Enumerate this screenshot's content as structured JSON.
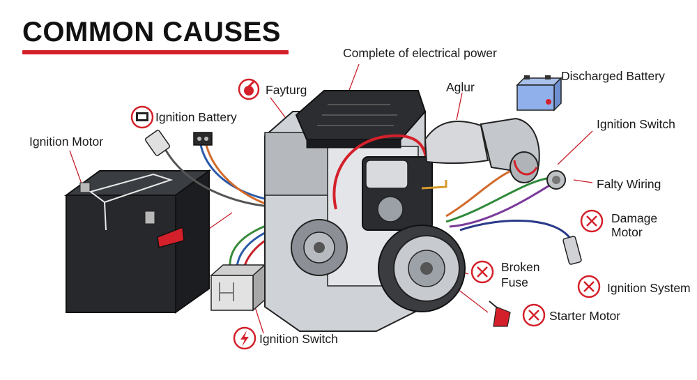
{
  "title": "COMMON CAUSES",
  "accent_color": "#d4202a",
  "labels": {
    "electrical_power": "Complete of electrical power",
    "aglur": "Aglur",
    "discharged_battery": "Discharged Battery",
    "fayturg": "Fayturg",
    "ignition_battery": "Ignition Battery",
    "ignition_motor": "Ignition Motor",
    "ignition_switch_top": "Ignition Switch",
    "falty_wiring": "Falty Wiring",
    "damage_motor_1": "Damage",
    "damage_motor_2": "Motor",
    "broken_fuse_1": "Broken",
    "broken_fuse_2": "Fuse",
    "ignition_system": "Ignition System",
    "starter_motor": "Starter Motor",
    "ignition_switch_bottom": "Ignition Switch"
  },
  "icons": {
    "fayturg": "red-circle-wrench-icon",
    "ignition_battery": "battery-in-circle-icon",
    "damage_motor": "x-circle-icon",
    "broken_fuse": "x-circle-icon",
    "ignition_system": "x-circle-icon",
    "starter_motor": "x-circle-icon",
    "ignition_switch": "lightning-circle-icon",
    "discharged_battery": "blue-battery-icon"
  }
}
